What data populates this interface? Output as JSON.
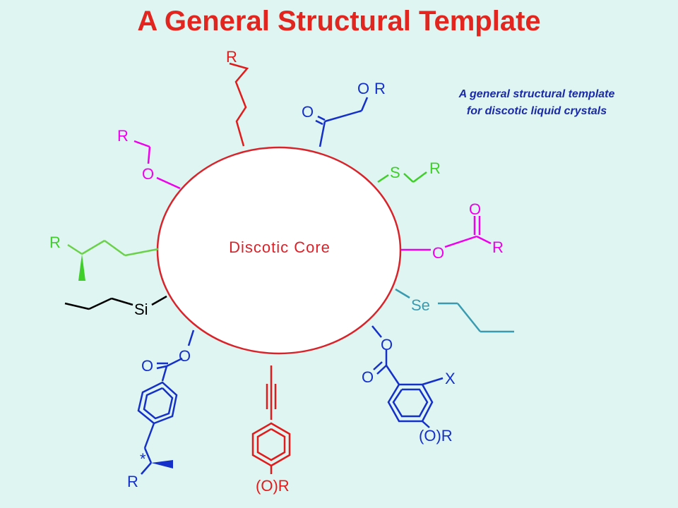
{
  "title": "A General Structural Template",
  "caption": {
    "line1": "A general structural template",
    "line2": "for discotic liquid crystals"
  },
  "core_label": "Discotic Core",
  "colors": {
    "title": "#e2261f",
    "caption": "#1a2aa8",
    "core": "#d8232a",
    "red": "#e11b1b",
    "blue": "#1530c8",
    "magenta": "#ee00ee",
    "green": "#3fce2a",
    "lightgreen": "#6bd14a",
    "black": "#000000",
    "teal": "#3a9bb0"
  },
  "labels": {
    "top_r": "R",
    "keto_o_top": "O",
    "keto_r": "R",
    "keto_o": "O",
    "ether_r": "R",
    "ether_o": "O",
    "thio_s": "S",
    "thio_r": "R",
    "ester_o_top": "O",
    "ester_o": "O",
    "ester_r": "R",
    "chiral_r": "R",
    "si": "Si",
    "se": "Se",
    "benzoate_o1": "O",
    "benzoate_o2": "O",
    "benzoate_r": "R",
    "chiral_star": "*",
    "alkyne_or": "(O)R",
    "right_o1": "O",
    "right_o2": "O",
    "right_x": "X",
    "right_or": "(O)R"
  }
}
